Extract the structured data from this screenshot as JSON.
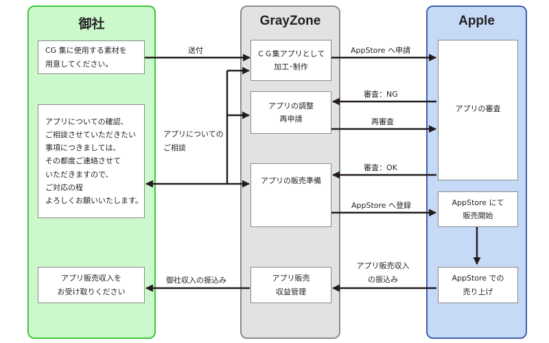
{
  "lanes": {
    "client": "御社",
    "grayzone": "GrayZone",
    "apple": "Apple"
  },
  "boxes": {
    "client_materials": "CG 集に使用する素材を\n用意してください。",
    "client_consult": "アプリについての確認、\nご相談させていただきたい\n事項につきましては、\nその都度ご連絡させて\nいただきますので、\nご対応の程\nよろしくお願いいたします。",
    "client_receive": "アプリ販売収入を\nお受け取りください",
    "gz_produce": "ＣＧ集アプリとして\n加工･制作",
    "gz_adjust": "アプリの調整\n再申請",
    "gz_prepare": "アプリの販売準備",
    "gz_revenue": "アプリ販売\n収益管理",
    "apple_review": "アプリの審査",
    "apple_start": "AppStore にて\n販売開始",
    "apple_sales": "AppStore での\n売り上げ"
  },
  "labels": {
    "send": "送付",
    "consult": "アプリについての\nご相談",
    "apply": "AppStore へ申請",
    "ng": "審査：NG",
    "rereview": "再審査",
    "ok": "審査：OK",
    "register": "AppStore へ登録",
    "revenue_transfer": "アプリ販売収入\nの振込み",
    "client_transfer": "御社収入の振込み"
  },
  "colors": {
    "client_fill": "#ccf9cc",
    "client_border": "#3cc63c",
    "grayzone_fill": "#e2e2e2",
    "grayzone_border": "#8c8c8c",
    "apple_fill": "#c6daf8",
    "apple_border": "#3e5fae",
    "arrow": "#231a1a"
  }
}
